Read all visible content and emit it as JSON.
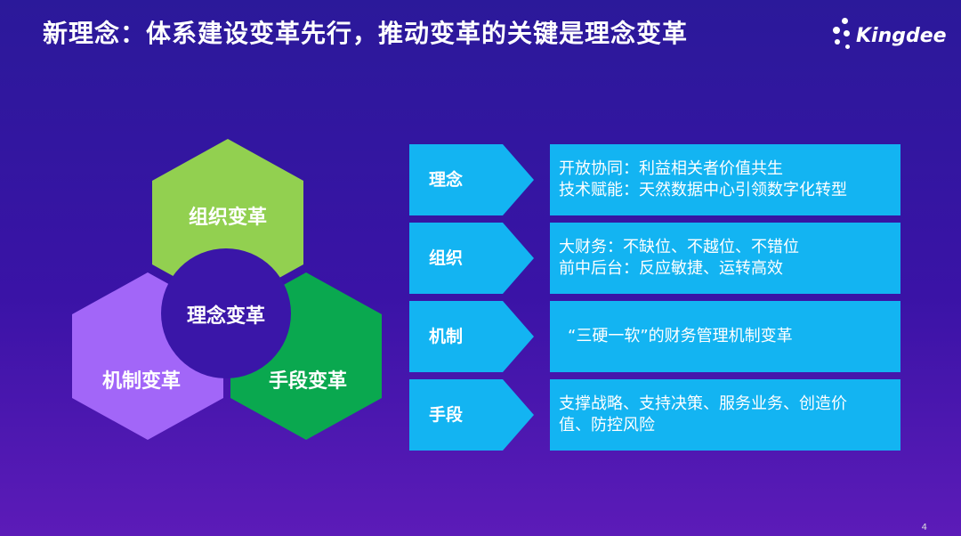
{
  "title": "新理念：体系建设变革先行，推动变革的关键是理念变革",
  "logo": {
    "text": "Kingdee"
  },
  "hexagons": {
    "center": "理念变革",
    "top": "组织变革",
    "left": "机制变革",
    "right": "手段变革",
    "colors": {
      "top": "#92d050",
      "left": "#a266f8",
      "right": "#0aa84f",
      "center": "#3a16a8"
    }
  },
  "rows": [
    {
      "label": "理念",
      "lines": [
        "开放协同：利益相关者价值共生",
        "技术赋能：天然数据中心引领数字化转型"
      ]
    },
    {
      "label": "组织",
      "lines": [
        "大财务：不缺位、不越位、不错位",
        "前中后台：反应敏捷、运转高效"
      ]
    },
    {
      "label": "机制",
      "lines": [
        "“三硬一软”的财务管理机制变革"
      ]
    },
    {
      "label": "手段",
      "lines": [
        "支撑战略、支持决策、服务业务、创造价",
        "值、防控风险"
      ]
    }
  ],
  "page_number": "4"
}
